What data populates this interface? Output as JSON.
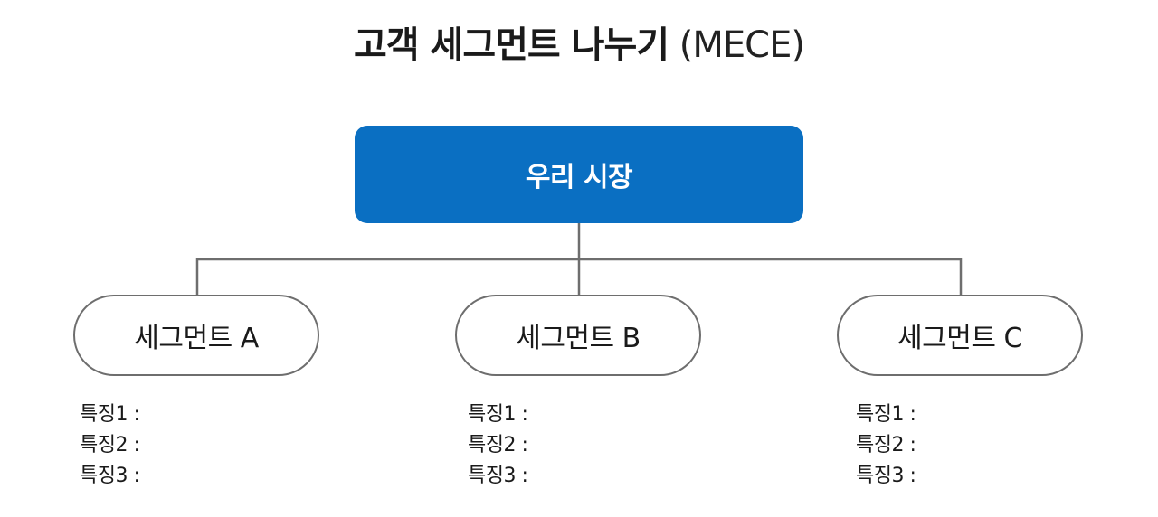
{
  "title": {
    "main": "고객 세그먼트 나누기",
    "sub": "(MECE)"
  },
  "root": {
    "label": "우리 시장",
    "color": "#0a6fc2"
  },
  "segments": [
    {
      "label": "세그먼트 A",
      "features": [
        "특징1 :",
        "특징2 :",
        "특징3 :"
      ]
    },
    {
      "label": "세그먼트 B",
      "features": [
        "특징1 :",
        "특징2 :",
        "특징3 :"
      ]
    },
    {
      "label": "세그먼트 C",
      "features": [
        "특징1 :",
        "특징2 :",
        "특징3 :"
      ]
    }
  ],
  "connector_color": "#6e6e6e"
}
